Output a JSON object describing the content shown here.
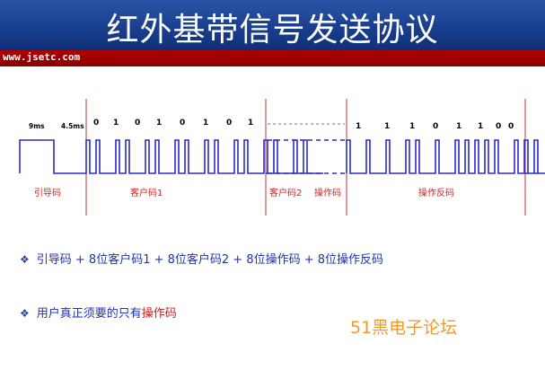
{
  "header": {
    "title": "红外基带信号发送协议",
    "url": "www.jsetc.com"
  },
  "timing_labels": {
    "lead_9ms": "9ms",
    "lead_4_5ms": "4.5ms"
  },
  "bit_labels_left": [
    "0",
    "1",
    "0",
    "1",
    "0",
    "1",
    "0",
    "1"
  ],
  "bit_labels_right": [
    "1",
    "1",
    "1",
    "0",
    "1",
    "1",
    "0",
    "0"
  ],
  "segments": {
    "lead": "引导码",
    "customer1": "客户码1",
    "customer2": "客户码2",
    "opcode": "操作码",
    "opcode_inverse": "操作反码"
  },
  "bullets": {
    "b1": "引导码 + 8位客户码1 + 8位客户码2 + 8位操作码 + 8位操作反码",
    "b2_prefix": "用户真正须要的只有",
    "b2_highlight": "操作码"
  },
  "watermark": "51黑电子论坛",
  "colors": {
    "signal": "#2a2ad0",
    "divider": "#c03030",
    "label": "#cc2222",
    "title_bg": "#1a3f8e",
    "band": "#a00000"
  }
}
